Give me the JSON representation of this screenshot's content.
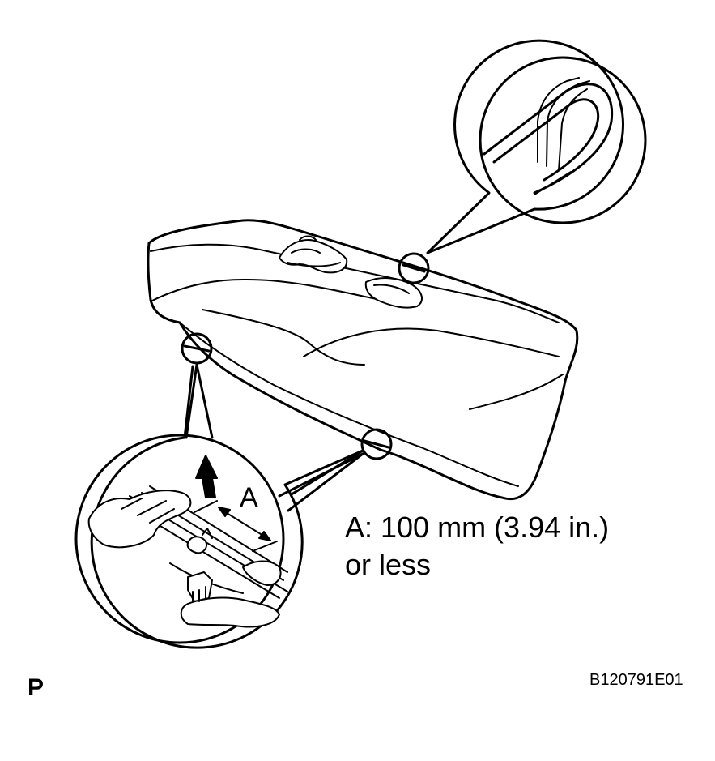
{
  "callout": {
    "label": "A",
    "spec_line1": "A: 100 mm (3.94 in.)",
    "spec_line2": "or less"
  },
  "corner_mark": "P",
  "figure_id": "B120791E01",
  "colors": {
    "ink": "#000000",
    "paper": "#ffffff"
  }
}
